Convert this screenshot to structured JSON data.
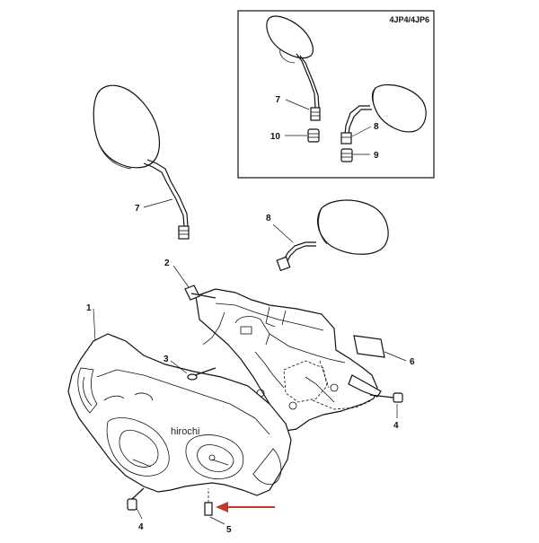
{
  "inset": {
    "title": "4JP4/4JP6"
  },
  "watermark": "hirochi",
  "callouts": {
    "c1": "1",
    "c2": "2",
    "c3": "3",
    "c4a": "4",
    "c4b": "4",
    "c5": "5",
    "c6": "6",
    "c7a": "7",
    "c7b": "7",
    "c8a": "8",
    "c8b": "8",
    "c9": "9",
    "c10": "10"
  },
  "colors": {
    "arrow": "#c0392b",
    "line": "#111111"
  }
}
